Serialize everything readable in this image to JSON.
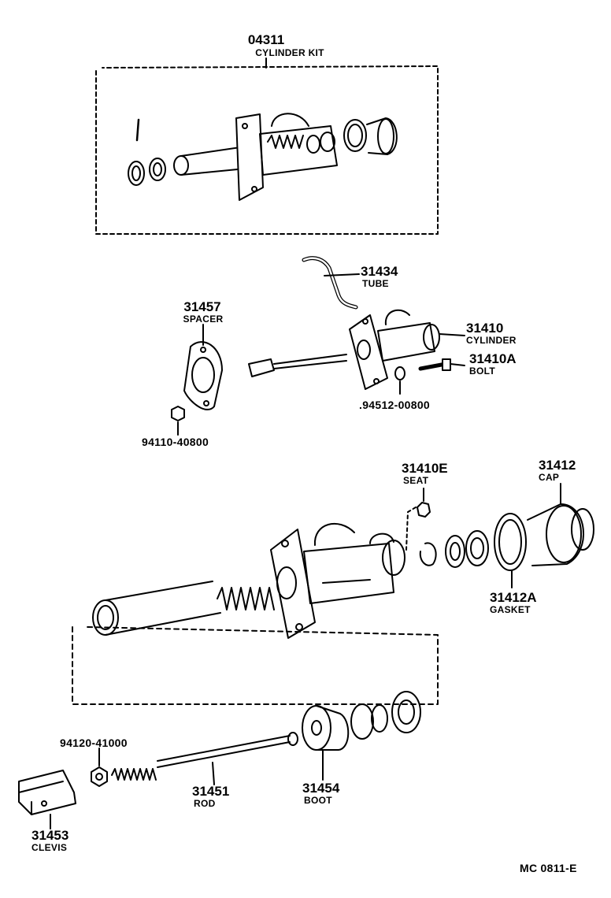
{
  "diagram": {
    "code": "MC  0811-E",
    "parts": [
      {
        "number": "04311",
        "name": "CYLINDER KIT"
      },
      {
        "number": "31434",
        "name": "TUBE"
      },
      {
        "number": "31457",
        "name": "SPACER"
      },
      {
        "number": "31410",
        "name": "CYLINDER"
      },
      {
        "number": "31410A",
        "name": "BOLT"
      },
      {
        "number": ".94512-00800",
        "name": ""
      },
      {
        "number": "94110-40800",
        "name": ""
      },
      {
        "number": "31410E",
        "name": "SEAT"
      },
      {
        "number": "31412",
        "name": "CAP"
      },
      {
        "number": "31412A",
        "name": "GASKET"
      },
      {
        "number": "94120-41000",
        "name": ""
      },
      {
        "number": "31451",
        "name": "ROD"
      },
      {
        "number": "31454",
        "name": "BOOT"
      },
      {
        "number": "31453",
        "name": "CLEVIS"
      }
    ]
  }
}
